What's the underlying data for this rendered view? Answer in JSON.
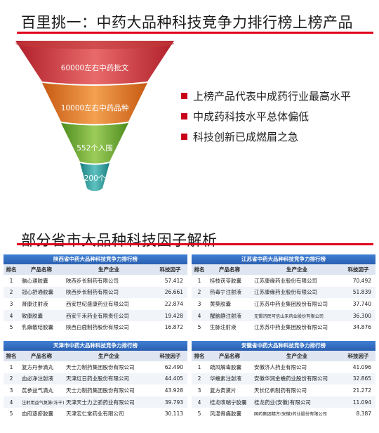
{
  "title_top": "百里挑一：中药大品种科技竞争力排行榜上榜产品",
  "title_bottom": "部分省市大品种科技因子解析",
  "funnel": {
    "levels": [
      "60000左右中药批文",
      "10000左右中药品种",
      "552个入围",
      "200个"
    ]
  },
  "bullets": [
    "上榜产品代表中成药行业最高水平",
    "中成药科技水平总体偏低",
    "科技创新已成燃眉之急"
  ],
  "columns": {
    "rank": "排名",
    "product": "产品名称",
    "company": "生产企业",
    "factor": "科技因子"
  },
  "tables": [
    {
      "title": "陕西省中药大品种科技竞争力排行榜",
      "rows": [
        {
          "rank": "1",
          "product": "脑心通胶囊",
          "company": "陕西步长制药有限公司",
          "factor": "57.412"
        },
        {
          "rank": "2",
          "product": "冠心舒通胶囊",
          "company": "陕西步长制药有限公司",
          "factor": "26.661"
        },
        {
          "rank": "3",
          "product": "肾康注射液",
          "company": "西安世纪盛康药业有限公司",
          "factor": "22.874"
        },
        {
          "rank": "4",
          "product": "致康胶囊",
          "company": "西安千禾药业有限责任公司",
          "factor": "19.428"
        },
        {
          "rank": "5",
          "product": "乳癖散结胶囊",
          "company": "陕西白鹿制药股份有限公司",
          "factor": "16.872"
        }
      ]
    },
    {
      "title": "江苏省中药大品种科技竞争力排行榜",
      "rows": [
        {
          "rank": "1",
          "product": "桂枝茯苓胶囊",
          "company": "江苏康缘药业股份有限公司",
          "factor": "70.492"
        },
        {
          "rank": "2",
          "product": "热毒宁注射液",
          "company": "江苏康缘药业股份有限公司",
          "factor": "51.839"
        },
        {
          "rank": "3",
          "product": "黄葵胶囊",
          "company": "江苏苏中药业集团股份有限公司",
          "factor": "37.740"
        },
        {
          "rank": "4",
          "product": "醒脑静注射液",
          "company": "无锡济民可信山禾药业股份有限公司",
          "factor": "36.300"
        },
        {
          "rank": "5",
          "product": "生脉注射液",
          "company": "江苏苏中药业集团股份有限公司",
          "factor": "34.876"
        }
      ]
    },
    {
      "title": "天津市中药大品种科技竞争力排行榜",
      "rows": [
        {
          "rank": "1",
          "product": "复方丹参滴丸",
          "company": "天士力制药集团股份有限公司",
          "factor": "62.490"
        },
        {
          "rank": "2",
          "product": "血必净注射液",
          "company": "天津红日药业股份有限公司",
          "factor": "44.405"
        },
        {
          "rank": "3",
          "product": "芪参益气滴丸",
          "company": "天士力制药集团股份有限公司",
          "factor": "43.928"
        },
        {
          "rank": "4",
          "product": "注射用益气复脉(冻干)",
          "company": "天津天士力之骄药业有限公司",
          "factor": "39.793"
        },
        {
          "rank": "5",
          "product": "血府逐瘀胶囊",
          "company": "天津宏仁堂药业有限公司",
          "factor": "30.113"
        }
      ]
    },
    {
      "title": "安徽省中药大品种科技竞争力排行榜",
      "rows": [
        {
          "rank": "1",
          "product": "疏风解毒胶囊",
          "company": "安徽济人药业有限公司",
          "factor": "41.096"
        },
        {
          "rank": "2",
          "product": "华蟾素注射液",
          "company": "安徽华润金蟾药业股份有限公司",
          "factor": "32.865"
        },
        {
          "rank": "3",
          "product": "复方黄黛片",
          "company": "天长亿帆制药有限公司",
          "factor": "21.272"
        },
        {
          "rank": "4",
          "product": "桂龙咳喘宁胶囊",
          "company": "桂龙药业(安徽)有限公司",
          "factor": "11.094"
        },
        {
          "rank": "5",
          "product": "风湿骨痛胶囊",
          "company": "国药集团精方(安徽)药业股份有限公司",
          "factor": "8.387"
        }
      ]
    }
  ]
}
